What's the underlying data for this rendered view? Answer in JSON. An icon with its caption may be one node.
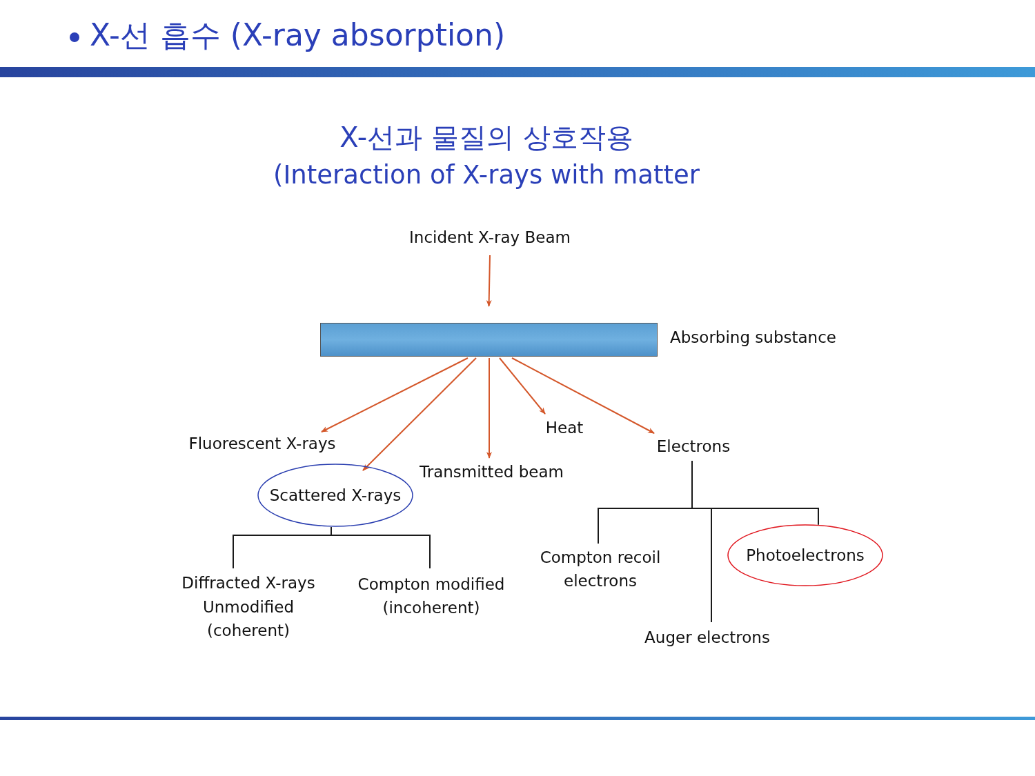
{
  "diagram": {
    "title": "X-선 흡수 (X-ray absorption)",
    "nodes": [
      {
        "text": [
          "Incident X-ray Beam"
        ]
      },
      {
        "text": [],
        "shape": "bar",
        "beside": [
          "Absorbing substance"
        ]
      },
      {
        "text": [
          "Fluorescent X-rays"
        ]
      },
      {
        "text": [
          "Scattered X-rays"
        ]
      },
      {
        "text": [
          "Transmitted beam"
        ]
      },
      {
        "text": [
          "Heat"
        ]
      },
      {
        "text": [
          "Electrons"
        ]
      },
      {
        "text": [
          "Diffracted X-rays Unmodified (coherent)"
        ]
      },
      {
        "text": [
          "Compton modified (incoherent)"
        ]
      },
      {
        "text": [
          "Compton recoil electrons"
        ]
      },
      {
        "text": [
          "Photoelectrons"
        ]
      },
      {
        "text": [
          "Auger electrons"
        ]
      }
    ],
    "edges": [
      {
        "from": 0,
        "to": 1,
        "arrow": "to"
      },
      {
        "from": 1,
        "to": 2,
        "arrow": "to"
      },
      {
        "from": 1,
        "to": 3,
        "arrow": "to"
      },
      {
        "from": 1,
        "to": 4,
        "arrow": "to"
      },
      {
        "from": 1,
        "to": 5,
        "arrow": "to"
      },
      {
        "from": 1,
        "to": 6,
        "arrow": "to"
      },
      {
        "from": 3,
        "to": 7,
        "arrow": "none",
        "color": "#1a1a1a"
      },
      {
        "from": 3,
        "to": 8,
        "arrow": "none",
        "color": "#1a1a1a"
      },
      {
        "from": 6,
        "to": 9,
        "arrow": "none",
        "color": "#1a1a1a"
      },
      {
        "from": 6,
        "to": 10,
        "arrow": "none",
        "color": "#1a1a1a"
      },
      {
        "from": 6,
        "to": 11,
        "arrow": "none",
        "color": "#1a1a1a"
      }
    ],
    "labels": [
      "X-선과 물질의 상호작용",
      "(Interaction of X-rays with matter"
    ]
  }
}
